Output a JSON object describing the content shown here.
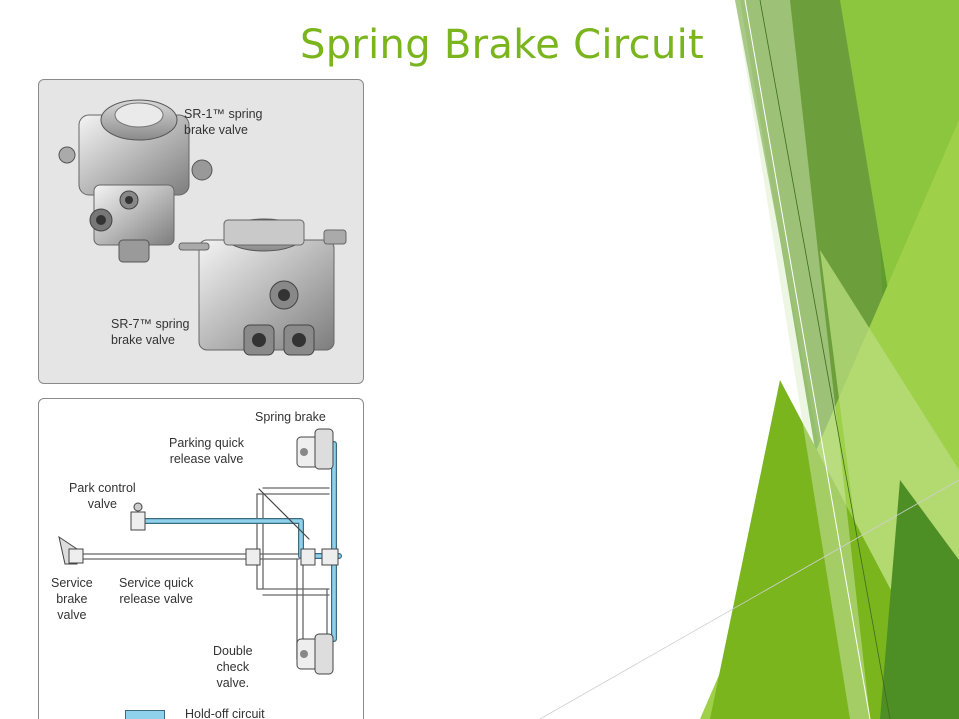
{
  "slide": {
    "title": "Spring Brake Circuit",
    "accent_color": "#7ab51d"
  },
  "photo_panel": {
    "labels": {
      "sr1": "SR-1™ spring\nbrake valve",
      "sr7": "SR-7™ spring\nbrake valve"
    }
  },
  "diagram_panel": {
    "labels": {
      "spring_brake": "Spring brake",
      "parking_quick_release": "Parking quick\nrelease valve",
      "park_control": "Park control\nvalve",
      "service_brake": "Service\nbrake\nvalve",
      "service_quick_release": "Service quick\nrelease valve",
      "double_check": "Double\ncheck\nvalve.",
      "legend": "Hold-off circuit"
    },
    "legend_color": "#8fd0ea"
  }
}
